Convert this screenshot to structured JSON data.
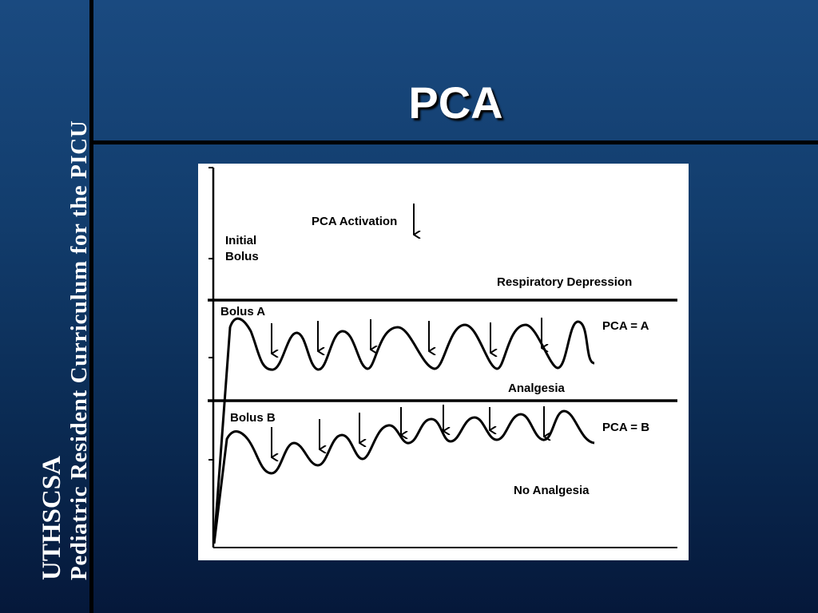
{
  "sidebar": {
    "org": "UTHSCSA",
    "course": "Pediatric Resident Curriculum for the PICU"
  },
  "slide": {
    "title": "PCA"
  },
  "diagram": {
    "pca_activation": "PCA Activation",
    "initial_bolus_line1": "Initial",
    "initial_bolus_line2": "Bolus",
    "respiratory_depression": "Respiratory Depression",
    "bolus_a": "Bolus A",
    "pca_a": "PCA = A",
    "analgesia": "Analgesia",
    "bolus_b": "Bolus B",
    "pca_b": "PCA = B",
    "no_analgesia": "No Analgesia"
  }
}
